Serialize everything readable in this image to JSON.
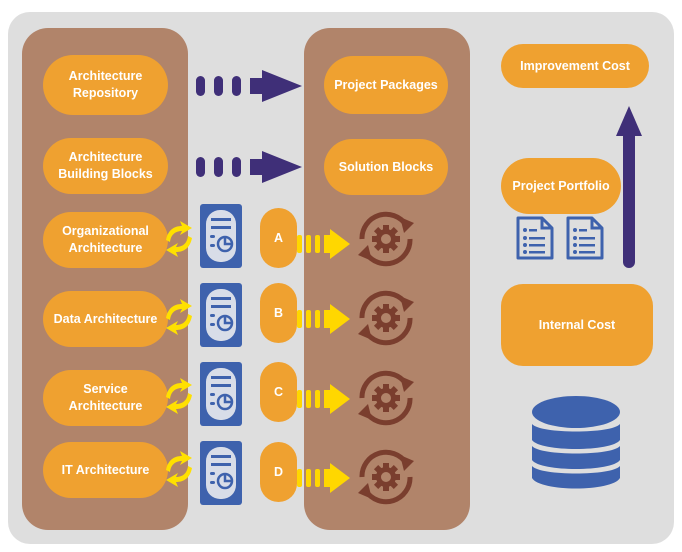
{
  "left_column": {
    "items": [
      {
        "label_line1": "Architecture",
        "label_line2": "Repository"
      },
      {
        "label_line1": "Architecture",
        "label_line2": "Building Blocks"
      },
      {
        "label_line1": "Organizational",
        "label_line2": "Architecture"
      },
      {
        "label_line1": "Data Architecture",
        "label_line2": ""
      },
      {
        "label_line1": "Service",
        "label_line2": "Architecture"
      },
      {
        "label_line1": "IT Architecture",
        "label_line2": ""
      }
    ]
  },
  "middle_column": {
    "items": [
      {
        "label": "Project Packages"
      },
      {
        "label": "Solution Blocks"
      }
    ]
  },
  "letters": [
    "A",
    "B",
    "C",
    "D"
  ],
  "right_column": {
    "improvement_cost": "Improvement Cost",
    "project_portfolio": "Project Portfolio",
    "internal_cost": "Internal Cost"
  },
  "colors": {
    "background": "#dedede",
    "column": "#b1846a",
    "pill": "#efa130",
    "arrow_purple": "#3f2f78",
    "arrow_yellow": "#ffd700",
    "icon_blue": "#3e62ad",
    "cycle_brown": "#7a3e2e"
  }
}
